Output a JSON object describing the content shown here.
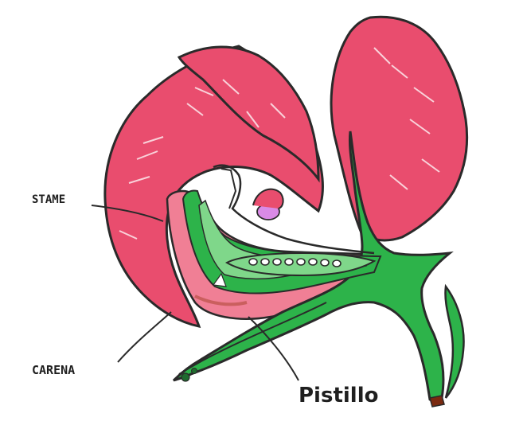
{
  "labels": {
    "stame": "STAME",
    "carena": "CARENA",
    "pistillo": "Pistillo"
  },
  "colors": {
    "petal": "#e94d6e",
    "petal_inner": "#f07f95",
    "green": "#2db34a",
    "green_light": "#7fd78a",
    "pink_gland": "#d98ae6",
    "outline": "#2a2a2a",
    "seed_fill": "#ffffff",
    "stem_tip": "#7a2a10"
  }
}
